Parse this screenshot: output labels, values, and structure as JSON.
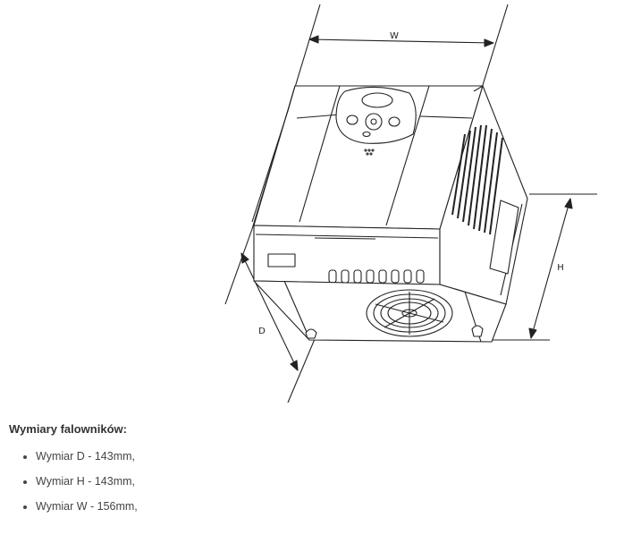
{
  "drawing": {
    "dimension_labels": {
      "width": "W",
      "height": "H",
      "depth": "D"
    }
  },
  "specs": {
    "heading": "Wymiary falowników:",
    "items": [
      "Wymiar D - 143mm,",
      "Wymiar H - 143mm,",
      "Wymiar W - 156mm,"
    ]
  }
}
